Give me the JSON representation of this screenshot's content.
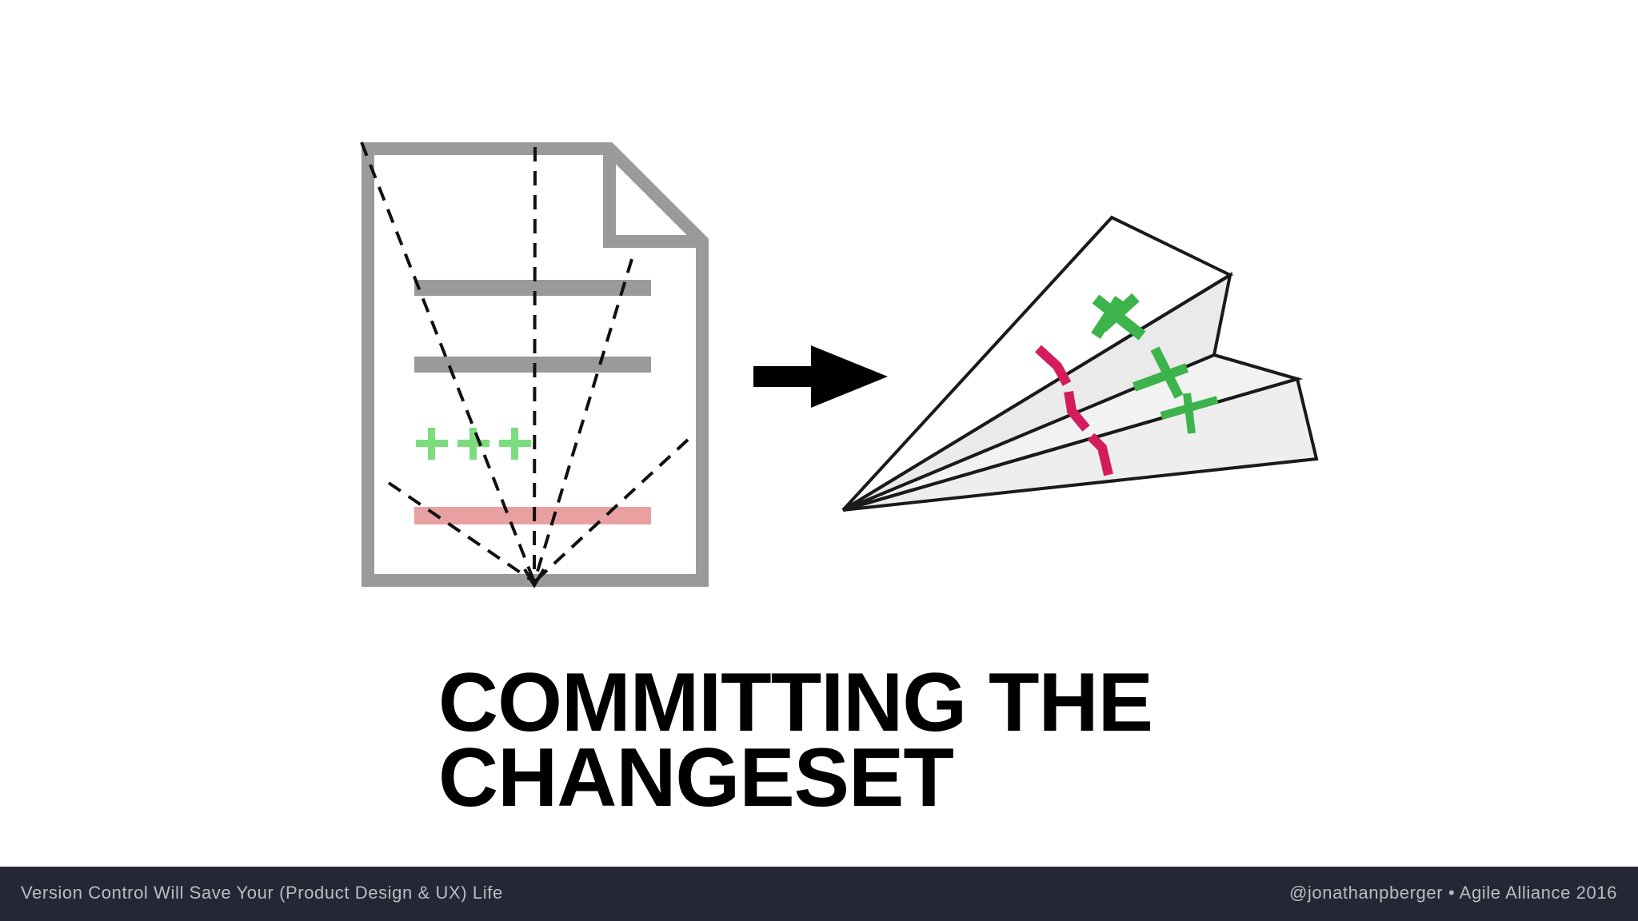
{
  "slide": {
    "title_line1": "COMMITTING THE",
    "title_line2": "CHANGESET"
  },
  "footer": {
    "talk_title": "Version Control Will Save Your (Product Design & UX) Life",
    "credit": "@jonathanpberger • Agile Alliance 2016"
  },
  "illustration": {
    "document_icon": "document-icon",
    "arrow_icon": "arrow-right-icon",
    "plane_icon": "paper-airplane-icon"
  },
  "colors": {
    "document_gray": "#9a9a9a",
    "added_green": "#7ddc7d",
    "removed_pink": "#e8a0a0",
    "plane_green": "#3cb44b",
    "plane_crimson": "#d41c5c",
    "footer_bg": "#252834",
    "footer_text": "#b9bcc4"
  }
}
